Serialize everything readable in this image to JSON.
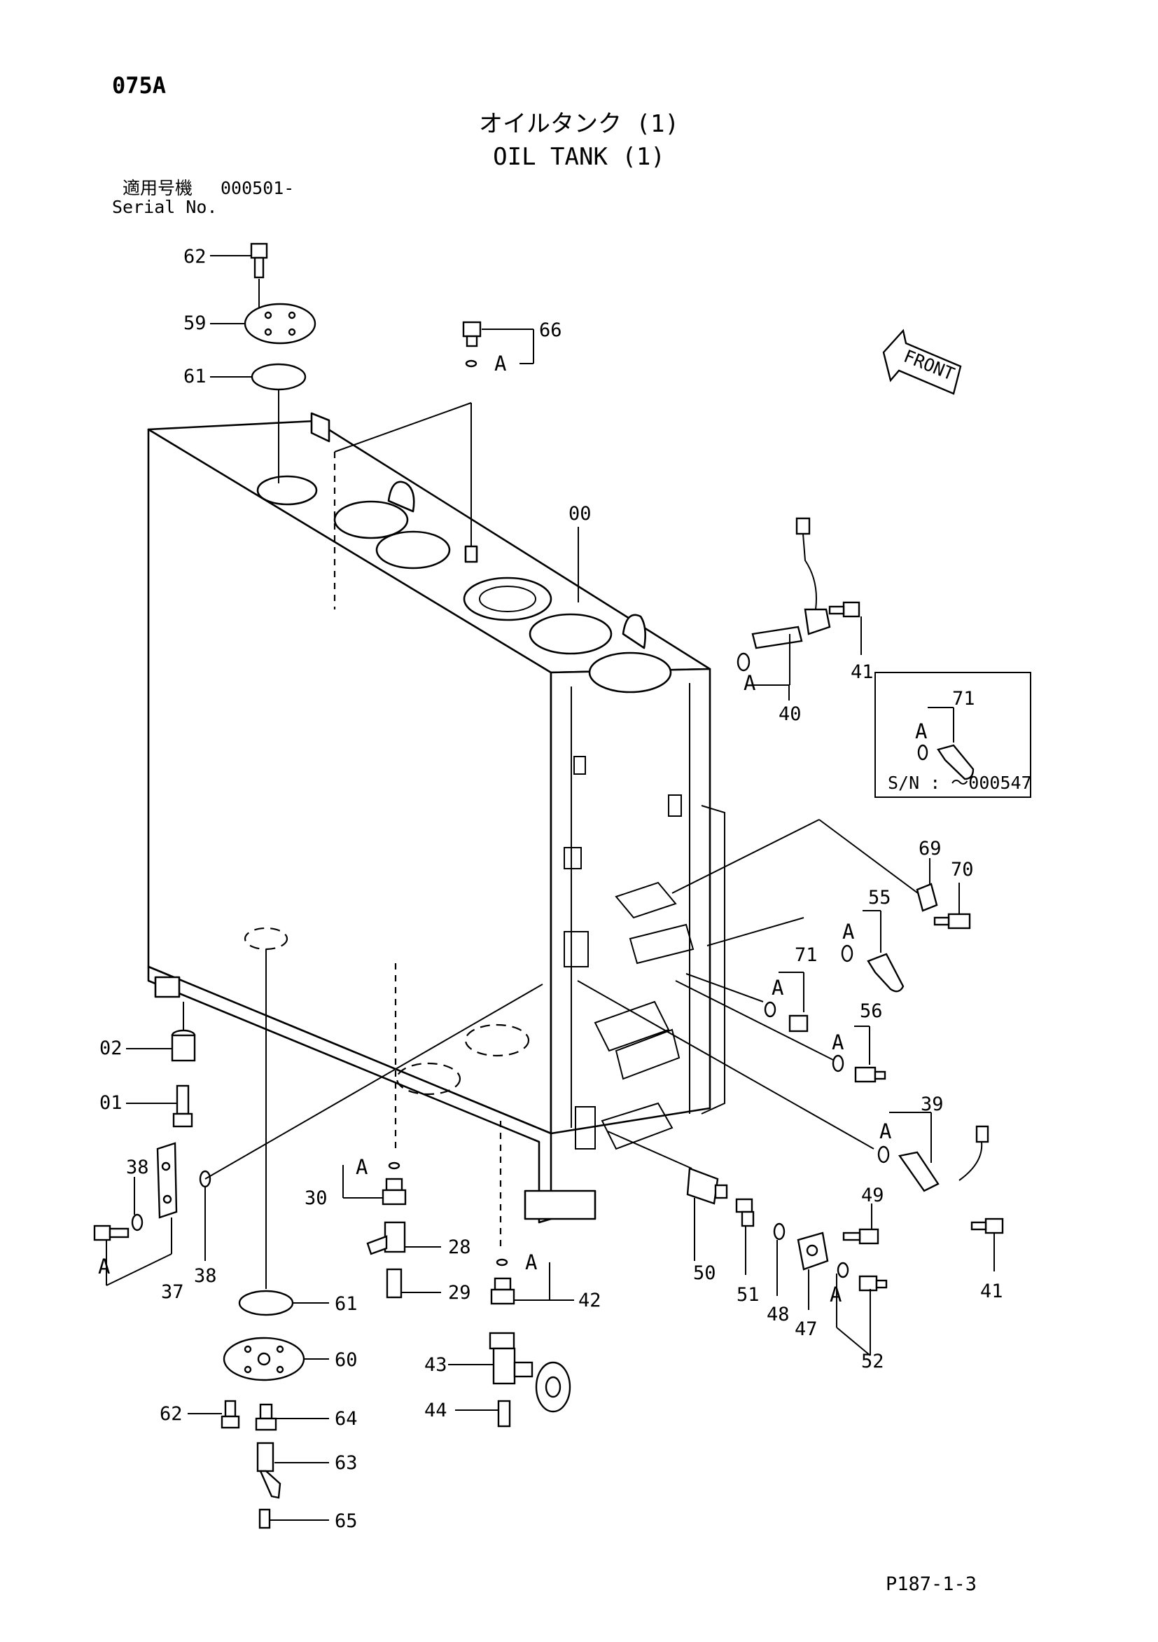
{
  "page_code": "075A",
  "title_jp": "オイルタンク (1)",
  "title_en": "OIL TANK (1)",
  "serial": {
    "label_jp": "適用号機",
    "value": "000501-",
    "label_en": "Serial No."
  },
  "front_label": "FRONT",
  "inset": {
    "caption": "S/N : ～000547",
    "part": "71",
    "letter": "A"
  },
  "callouts": {
    "c62a": "62",
    "c59": "59",
    "c61a": "61",
    "c66": "66",
    "c00": "00",
    "c40": "40",
    "c41a": "41",
    "c71a": "71",
    "c69": "69",
    "c70": "70",
    "c55": "55",
    "c71b": "71",
    "c56": "56",
    "c39": "39",
    "c02": "02",
    "c01": "01",
    "c38a": "38",
    "c37": "37",
    "c38b": "38",
    "c30": "30",
    "c28": "28",
    "c29": "29",
    "c61b": "61",
    "c60": "60",
    "c62b": "62",
    "c64": "64",
    "c63": "63",
    "c65": "65",
    "c42": "42",
    "c43": "43",
    "c44": "44",
    "c50": "50",
    "c51": "51",
    "c48": "48",
    "c47": "47",
    "c49": "49",
    "c52": "52",
    "c41b": "41"
  },
  "letter_a": "A",
  "page_ref": "P187-1-3"
}
